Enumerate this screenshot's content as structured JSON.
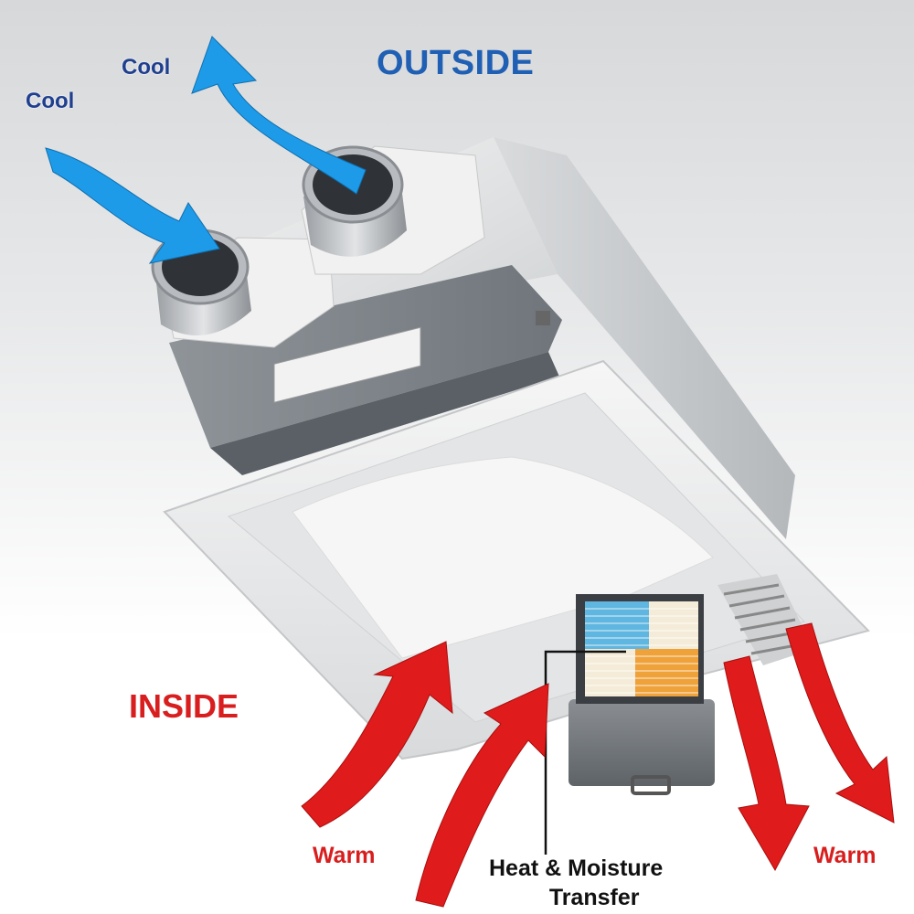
{
  "labels": {
    "outside": "OUTSIDE",
    "inside": "INSIDE",
    "cool_top": "Cool",
    "cool_left": "Cool",
    "warm_left": "Warm",
    "warm_right": "Warm",
    "transfer_line1": "Heat & Moisture",
    "transfer_line2": "Transfer"
  },
  "colors": {
    "cool_arrow": "#1e9be8",
    "warm_arrow": "#e01b1b",
    "outside_text": "#1f5fb4",
    "cool_text": "#1f3f8f",
    "inside_text": "#d81e1e"
  }
}
